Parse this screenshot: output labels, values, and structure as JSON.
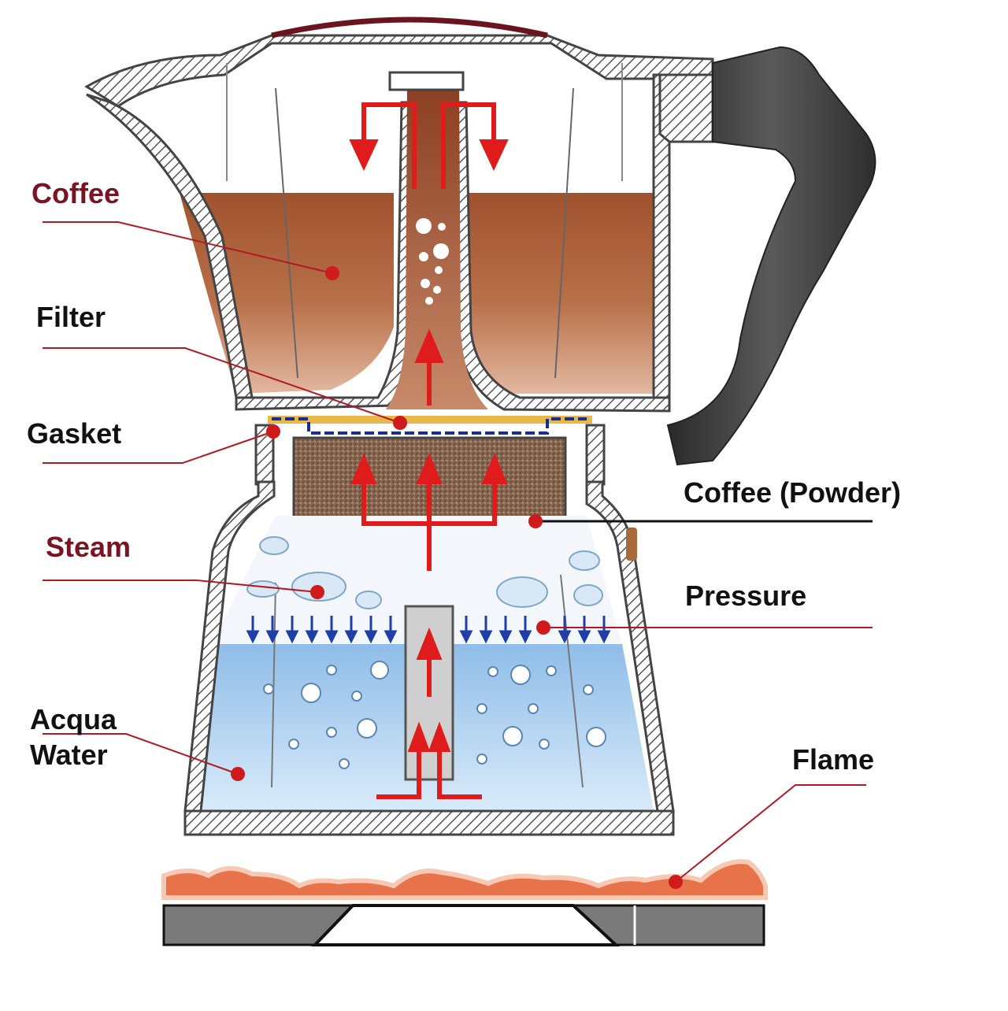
{
  "labels": {
    "coffee": "Coffee",
    "filter": "Filter",
    "gasket": "Gasket",
    "steam": "Steam",
    "acqua": "Acqua",
    "water": "Water",
    "coffee_powder": "Coffee (Powder)",
    "pressure": "Pressure",
    "flame": "Flame"
  },
  "colors": {
    "accent_label": "#7b1422",
    "black_label": "#111111",
    "leader_line": "#b11a24",
    "pointer_dot": "#cf1b1b",
    "flow_arrow": "#e01b1b",
    "pressure_arrow": "#1f3fa8",
    "coffee_liquid": "#a85a3a",
    "water": "#a9cdef",
    "steam_zone": "#f3f7fb",
    "coffee_grounds": "#8a6a55",
    "handle": "#3c3c3c",
    "flame": "#e8734a",
    "burner": "#7a7a7a"
  },
  "icons": [
    "steam-cloud-icon",
    "bubble-icon",
    "flow-arrow-icon",
    "pressure-arrow-icon",
    "flame-icon"
  ]
}
